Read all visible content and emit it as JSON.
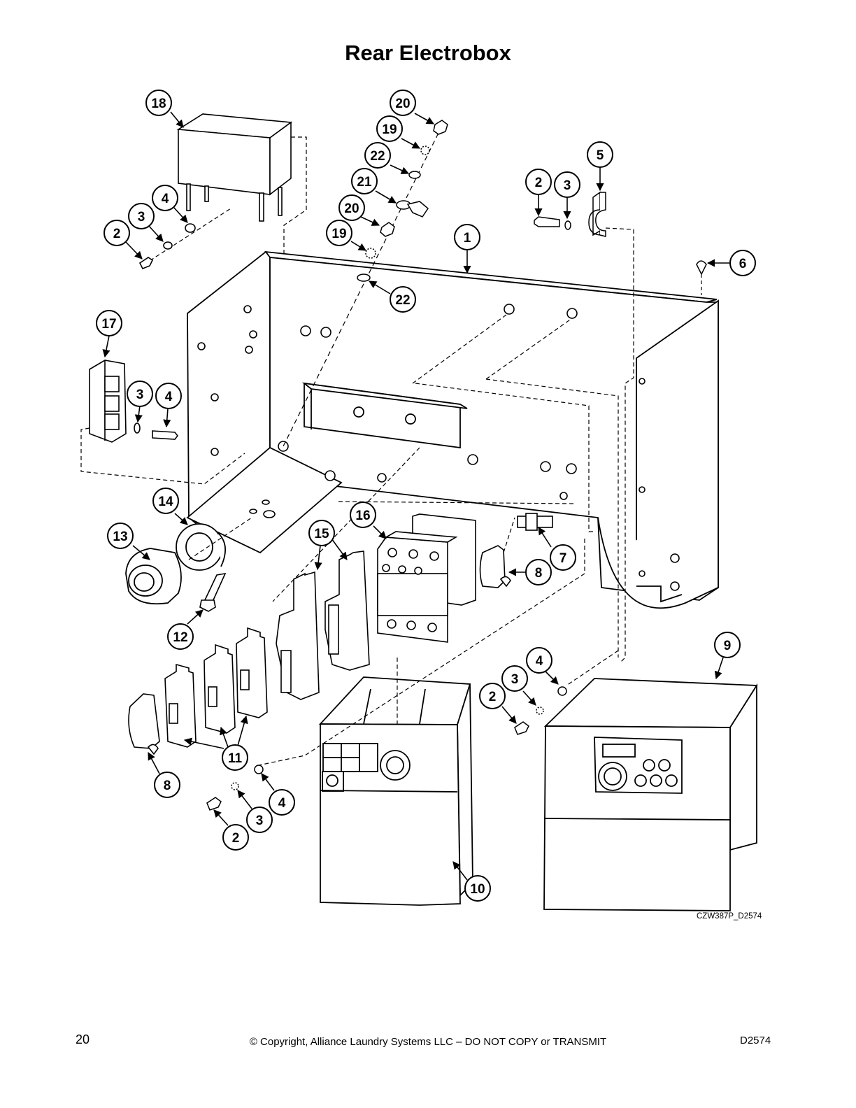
{
  "title": "Rear Electrobox",
  "drawing_code": "CZW387P_D2574",
  "footer": {
    "page_number": "20",
    "copyright": "© Copyright, Alliance Laundry Systems LLC – DO NOT COPY or TRANSMIT",
    "doc_code": "D2574"
  },
  "callouts": [
    {
      "id": "c18",
      "label": "18"
    },
    {
      "id": "c4a",
      "label": "4"
    },
    {
      "id": "c3a",
      "label": "3"
    },
    {
      "id": "c2a",
      "label": "2"
    },
    {
      "id": "c20a",
      "label": "20"
    },
    {
      "id": "c19a",
      "label": "19"
    },
    {
      "id": "c22a",
      "label": "22"
    },
    {
      "id": "c21",
      "label": "21"
    },
    {
      "id": "c20b",
      "label": "20"
    },
    {
      "id": "c19b",
      "label": "19"
    },
    {
      "id": "c22b",
      "label": "22"
    },
    {
      "id": "c1",
      "label": "1"
    },
    {
      "id": "c5",
      "label": "5"
    },
    {
      "id": "c2b",
      "label": "2"
    },
    {
      "id": "c3b",
      "label": "3"
    },
    {
      "id": "c6",
      "label": "6"
    },
    {
      "id": "c17",
      "label": "17"
    },
    {
      "id": "c3c",
      "label": "3"
    },
    {
      "id": "c4c",
      "label": "4"
    },
    {
      "id": "c14",
      "label": "14"
    },
    {
      "id": "c13",
      "label": "13"
    },
    {
      "id": "c12",
      "label": "12"
    },
    {
      "id": "c16",
      "label": "16"
    },
    {
      "id": "c15",
      "label": "15"
    },
    {
      "id": "c7",
      "label": "7"
    },
    {
      "id": "c8a",
      "label": "8"
    },
    {
      "id": "c9",
      "label": "9"
    },
    {
      "id": "c4d",
      "label": "4"
    },
    {
      "id": "c3d",
      "label": "3"
    },
    {
      "id": "c2d",
      "label": "2"
    },
    {
      "id": "c11",
      "label": "11"
    },
    {
      "id": "c8b",
      "label": "8"
    },
    {
      "id": "c4e",
      "label": "4"
    },
    {
      "id": "c3e",
      "label": "3"
    },
    {
      "id": "c2e",
      "label": "2"
    },
    {
      "id": "c10",
      "label": "10"
    }
  ]
}
